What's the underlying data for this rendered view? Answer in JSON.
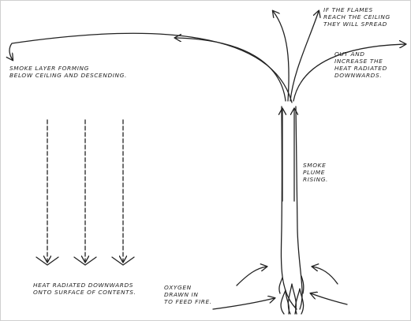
{
  "colors": {
    "ink": "#222222",
    "background": "#ffffff"
  },
  "labels": {
    "smoke_layer": [
      "SMOKE LAYER FORMING",
      "BELOW CEILING AND DESCENDING."
    ],
    "flames_reach": [
      "IF THE FLAMES",
      "REACH THE CEILING",
      "THEY WILL SPREAD"
    ],
    "out_increase": [
      "OUT AND",
      "INCREASE THE",
      "HEAT RADIATED",
      "DOWNWARDS."
    ],
    "plume": [
      "SMOKE",
      "PLUME",
      "RISING."
    ],
    "heat_radiated": [
      "HEAT RADIATED DOWNWARDS",
      "ONTO SURFACE OF CONTENTS."
    ],
    "oxygen": [
      "OXYGEN",
      "DRAWN IN",
      "TO FEED FIRE."
    ]
  }
}
